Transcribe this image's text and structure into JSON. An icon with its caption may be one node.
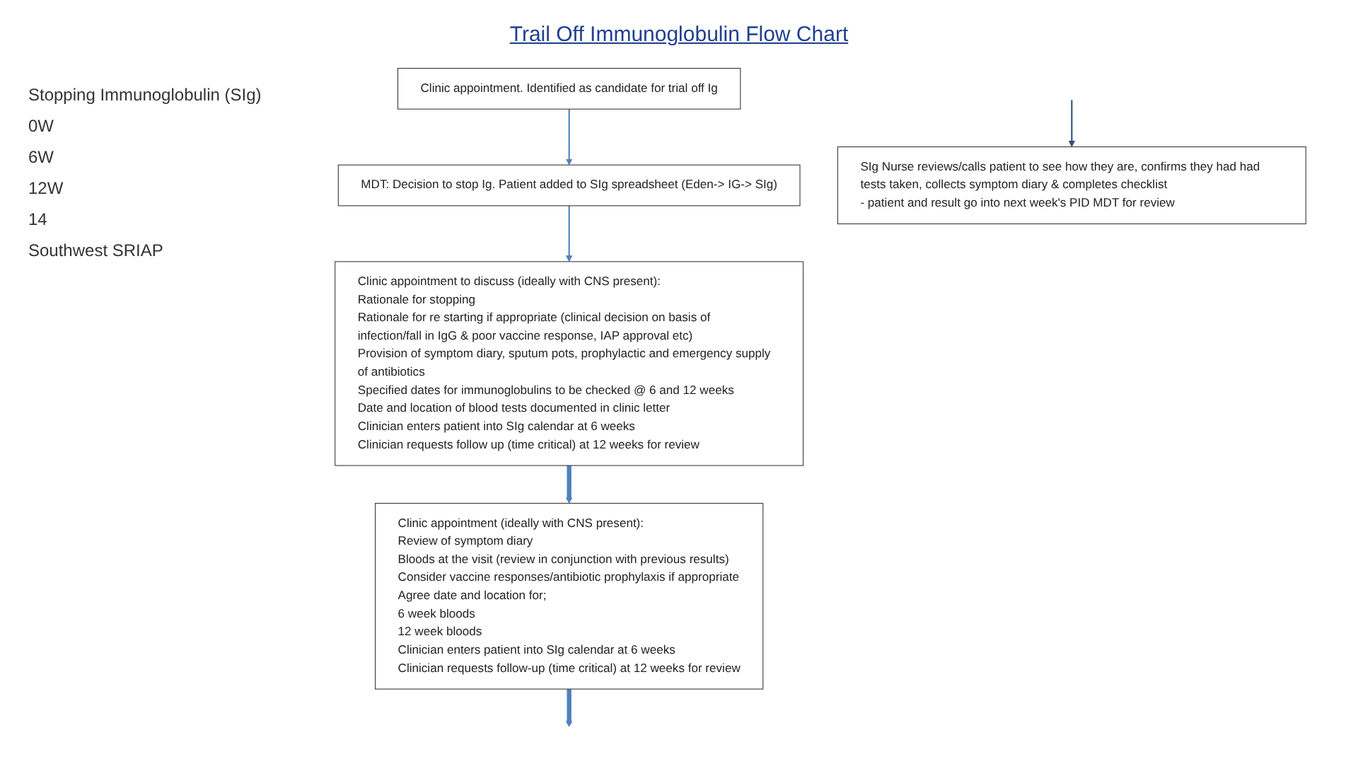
{
  "diagram": {
    "title": "Trail Off Immunoglobulin Flow Chart",
    "nodes": [
      {
        "text": [
          "Clinic appointment. Identified as candidate for trial off Ig"
        ]
      },
      {
        "text": [
          "MDT: Decision to stop Ig. Patient added to SIg spreadsheet (Eden-> IG-> SIg)"
        ]
      },
      {
        "text": [
          "Clinic appointment to discuss (ideally with CNS present):",
          "Rationale for stopping",
          "Rationale for re starting if appropriate (clinical decision on basis of infection/fall in IgG & poor vaccine response, IAP approval etc)",
          "Provision of symptom diary, sputum pots, prophylactic and emergency supply of antibiotics",
          "Specified dates for immunoglobulins to be checked @ 6 and 12 weeks",
          "Date and location of blood tests documented in clinic letter",
          "Clinician enters patient into SIg calendar at 6 weeks",
          "Clinician requests follow up (time critical) at 12 weeks for review"
        ]
      },
      {
        "text": [
          "SIg Nurse reviews/calls patient to see how they are, confirms they had had tests taken, collects symptom diary & completes checklist",
          "- patient and result go into next week's PID MDT for review"
        ]
      },
      {
        "text": [
          "Clinic appointment (ideally with CNS present):",
          "Review of symptom diary",
          "Bloods at the visit (review in conjunction with previous results)",
          "Consider vaccine responses/antibiotic prophylaxis if appropriate",
          "Agree date and location for;",
          "6 week bloods",
          "12 week bloods",
          "Clinician enters patient into SIg calendar at 6 weeks",
          "Clinician requests follow-up (time critical) at 12 weeks for review"
        ]
      }
    ],
    "edges": [
      {
        "from": 0,
        "to": 1,
        "arrow": "to"
      },
      {
        "from": 1,
        "to": 2,
        "arrow": "to"
      },
      {
        "from": 2,
        "to": 4,
        "arrow": "to",
        "style": "thick"
      },
      {
        "from": null,
        "to": 3,
        "arrow": "to",
        "color": "#2f4f7f"
      },
      {
        "from": 4,
        "to": null,
        "arrow": "to",
        "style": "thick"
      }
    ],
    "labels": [
      "Stopping Immunoglobulin (SIg)",
      "0W",
      "6W",
      "12W",
      "14",
      "Southwest SRIAP"
    ]
  }
}
